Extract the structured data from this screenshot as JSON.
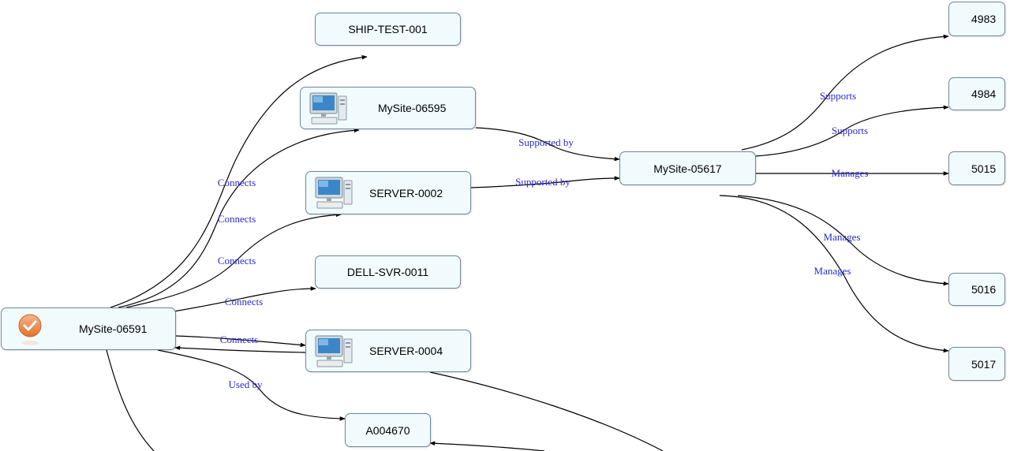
{
  "nodes": {
    "ship_test": "SHIP-TEST-001",
    "mysite_06595": "MySite-06595",
    "server_0002": "SERVER-0002",
    "dell_svr": "DELL-SVR-0011",
    "mysite_06591": "MySite-06591",
    "server_0004": "SERVER-0004",
    "a004670": "A004670",
    "mysite_05617": "MySite-05617",
    "n4983": "4983",
    "n4984": "4984",
    "n5015": "5015",
    "n5016": "5016",
    "n5017": "5017"
  },
  "edge_labels": {
    "connects": "Connects",
    "supported_by": "Supported by",
    "used_by": "Used by",
    "supports": "Supports",
    "manages": "Manages"
  },
  "icons": {
    "computer": "desktop-computer-icon",
    "check": "orange-check-badge-icon"
  },
  "colors": {
    "node_fill": "#f1fbfd",
    "node_border": "#6f8598",
    "edge_label": "#2a2ad0",
    "edge": "#000000"
  }
}
